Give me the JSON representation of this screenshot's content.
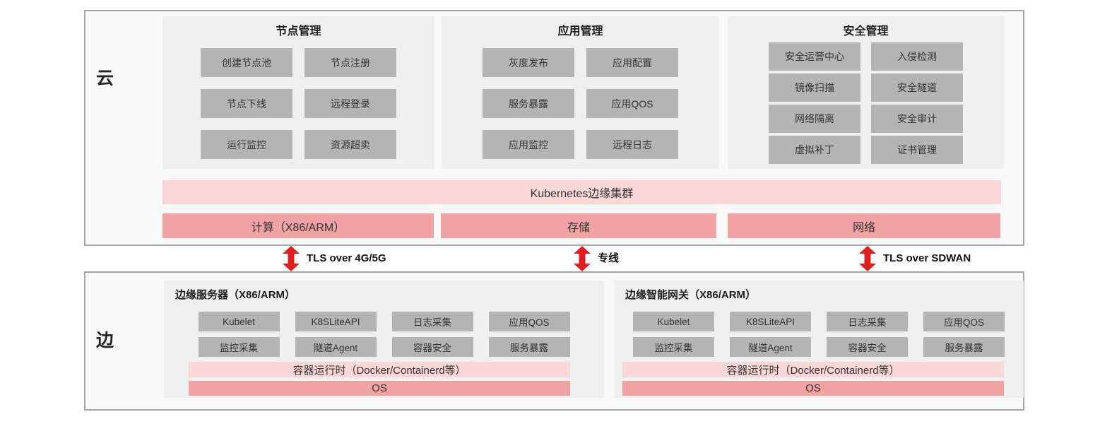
{
  "colors": {
    "box_border": "#a4a4a4",
    "box_background": "#f8f8f8",
    "panel_background": "#f0eff0",
    "button_gray": "#b5b4b5",
    "pink_bar": "#f9d7d7",
    "salmon_bar": "#f1a2a2",
    "arrow_red": "#e11d1d"
  },
  "cloud": {
    "label": "云",
    "panels": [
      {
        "title": "节点管理",
        "buttons": [
          "创建节点池",
          "节点注册",
          "节点下线",
          "远程登录",
          "运行监控",
          "资源超卖"
        ]
      },
      {
        "title": "应用管理",
        "buttons": [
          "灰度发布",
          "应用配置",
          "服务暴露",
          "应用QOS",
          "应用监控",
          "远程日志"
        ]
      },
      {
        "title": "安全管理",
        "buttons": [
          "安全运营中心",
          "入侵检测",
          "镜像扫描",
          "安全隧道",
          "网络隔离",
          "安全审计",
          "虚拟补丁",
          "证书管理"
        ]
      }
    ],
    "cluster_bar": "Kubernetes边缘集群",
    "resource_bars": [
      "计算（X86/ARM）",
      "存储",
      "网络"
    ]
  },
  "links": [
    {
      "label": "TLS over 4G/5G"
    },
    {
      "label": "专线"
    },
    {
      "label": "TLS over SDWAN"
    }
  ],
  "edge": {
    "label": "边",
    "panels": [
      {
        "title": "边缘服务器（X86/ARM）",
        "buttons": [
          "Kubelet",
          "K8SLiteAPI",
          "日志采集",
          "应用QOS",
          "监控采集",
          "隧道Agent",
          "容器安全",
          "服务暴露"
        ],
        "runtime_bar": "容器运行时（Docker/Containerd等）",
        "os_bar": "OS"
      },
      {
        "title": "边缘智能网关（X86/ARM）",
        "buttons": [
          "Kubelet",
          "K8SLiteAPI",
          "日志采集",
          "应用QOS",
          "监控采集",
          "隧道Agent",
          "容器安全",
          "服务暴露"
        ],
        "runtime_bar": "容器运行时（Docker/Containerd等）",
        "os_bar": "OS"
      }
    ]
  }
}
